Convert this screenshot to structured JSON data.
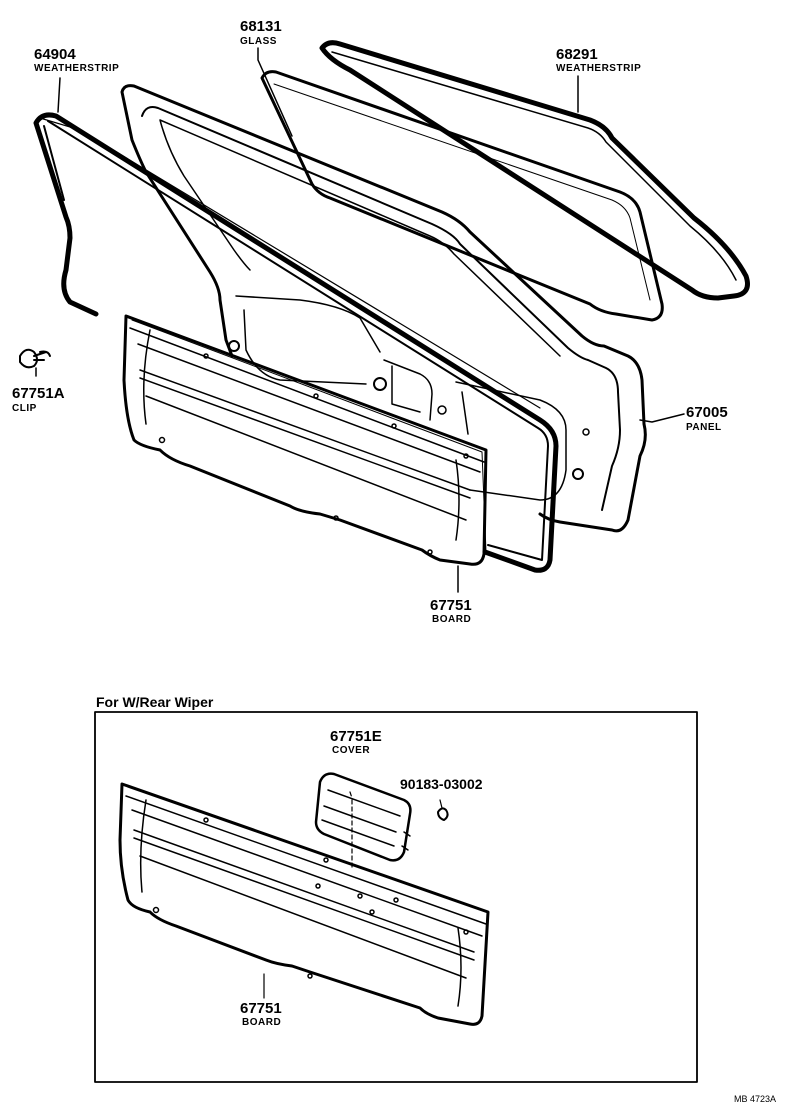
{
  "parts": {
    "p64904": {
      "number": "64904",
      "name": "WEATHERSTRIP"
    },
    "p68131": {
      "number": "68131",
      "name": "GLASS"
    },
    "p68291": {
      "number": "68291",
      "name": "WEATHERSTRIP"
    },
    "p67751A": {
      "number": "67751A",
      "name": "CLIP"
    },
    "p67005": {
      "number": "67005",
      "name": "PANEL"
    },
    "p67751": {
      "number": "67751",
      "name": "BOARD"
    },
    "p67751E": {
      "number": "67751E",
      "name": "COVER"
    },
    "p9018303002": {
      "number": "90183-03002"
    },
    "p67751b": {
      "number": "67751",
      "name": "BOARD"
    }
  },
  "inset": {
    "title": "For W/Rear Wiper"
  },
  "footer": {
    "code": "MB 4723A"
  }
}
